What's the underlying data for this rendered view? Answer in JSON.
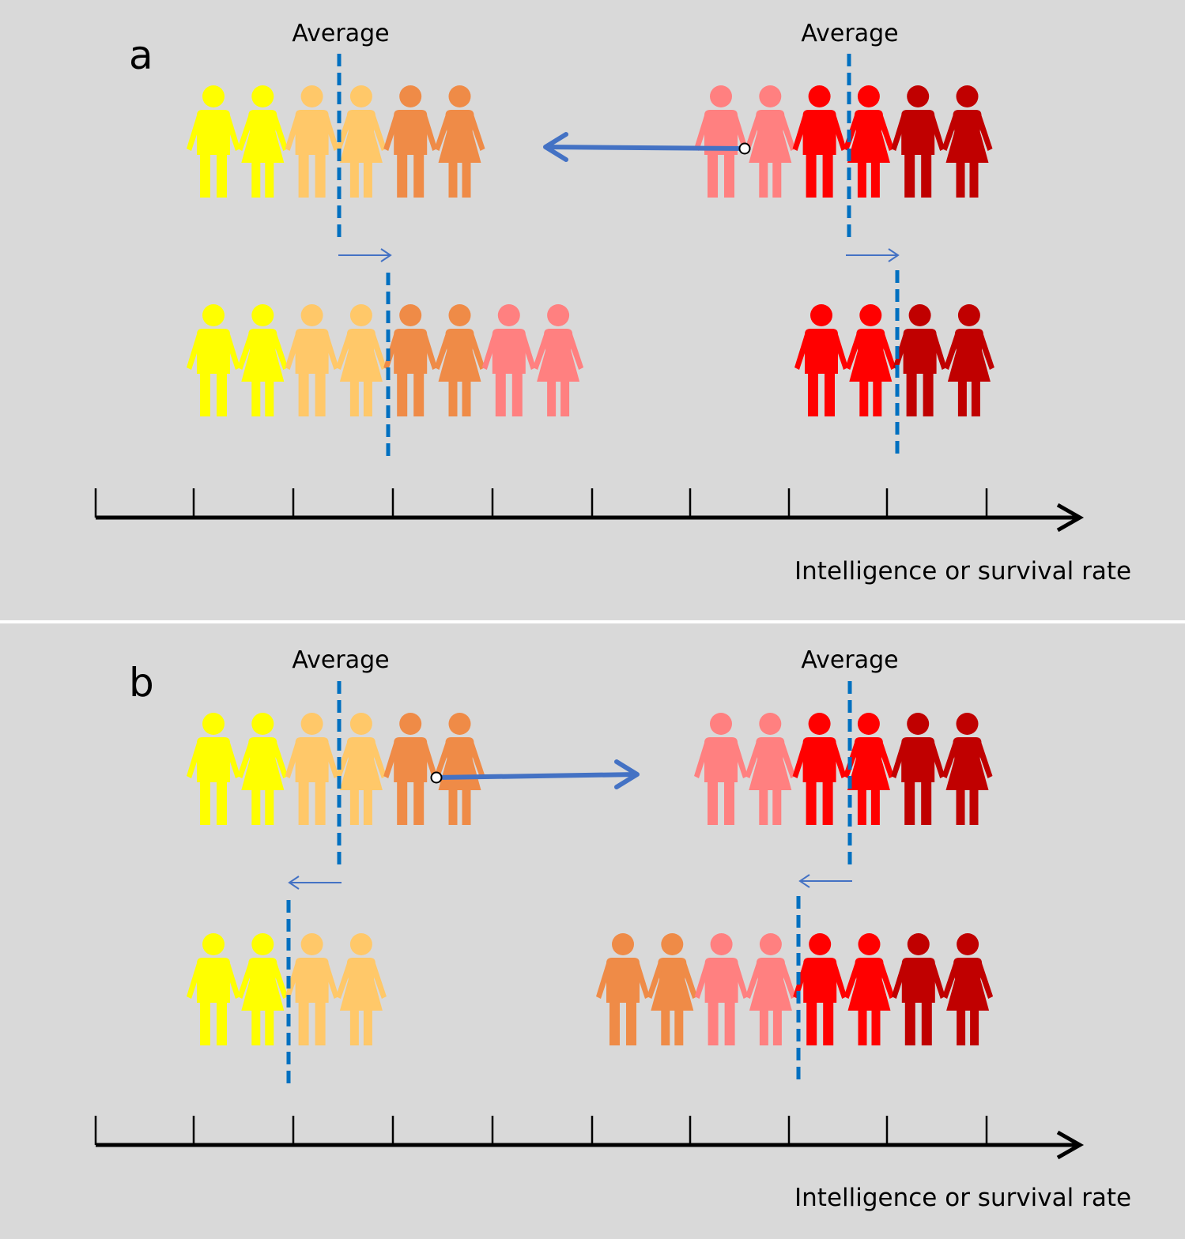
{
  "colors": {
    "background": "#d9d9d9",
    "yellow": "#ffff00",
    "light_orange": "#ffc869",
    "orange": "#ef8b47",
    "pink": "#ff8080",
    "red": "#ff0000",
    "dark_red": "#c00000",
    "average_line": "#0070c0",
    "migration_arrow": "#4472c4",
    "axis": "#000000"
  },
  "panels": [
    {
      "id": "a",
      "letter": "a",
      "average_labels": [
        "Average",
        "Average"
      ],
      "axis_label": "Intelligence or survival rate",
      "groups": {
        "top_left": [
          "yellow",
          "yellow",
          "light_orange",
          "light_orange",
          "orange",
          "orange"
        ],
        "top_right": [
          "pink",
          "pink",
          "red",
          "red",
          "dark_red",
          "dark_red"
        ],
        "bottom_left": [
          "yellow",
          "yellow",
          "light_orange",
          "light_orange",
          "orange",
          "orange",
          "pink",
          "pink"
        ],
        "bottom_right": [
          "red",
          "red",
          "dark_red",
          "dark_red"
        ]
      },
      "migration": "right-to-left",
      "average_shift": [
        "right",
        "right"
      ]
    },
    {
      "id": "b",
      "letter": "b",
      "average_labels": [
        "Average",
        "Average"
      ],
      "axis_label": "Intelligence or survival rate",
      "groups": {
        "top_left": [
          "yellow",
          "yellow",
          "light_orange",
          "light_orange",
          "orange",
          "orange"
        ],
        "top_right": [
          "pink",
          "pink",
          "red",
          "red",
          "dark_red",
          "dark_red"
        ],
        "bottom_left": [
          "yellow",
          "yellow",
          "light_orange",
          "light_orange"
        ],
        "bottom_right": [
          "orange",
          "orange",
          "pink",
          "pink",
          "red",
          "red",
          "dark_red",
          "dark_red"
        ]
      },
      "migration": "left-to-right",
      "average_shift": [
        "left",
        "left"
      ]
    }
  ]
}
